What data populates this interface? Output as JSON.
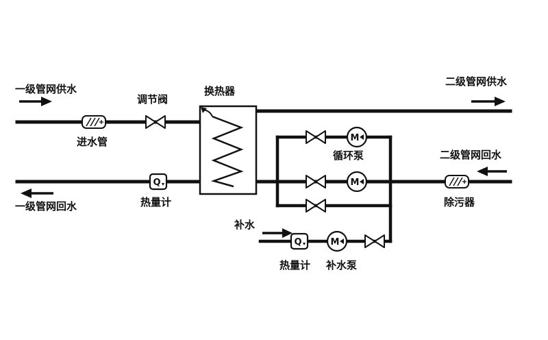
{
  "diagram": {
    "labels": {
      "primary_supply": "一级管网供水",
      "regulating_valve": "调节阀",
      "heat_exchanger": "换热器",
      "secondary_supply": "二级管网供水",
      "inlet_pipe": "进水管",
      "heat_meter_primary": "热量计",
      "primary_return": "一级管网回水",
      "circulation_pump": "循环泵",
      "secondary_return": "二级管网回水",
      "dirt_separator": "除污器",
      "makeup_water": "补水",
      "heat_meter_makeup": "热量计",
      "makeup_pump": "补水泵"
    },
    "symbols": {
      "pump_letter": "M",
      "meter_letter": "Q"
    },
    "colors": {
      "line": "#111111",
      "background": "#ffffff"
    }
  }
}
